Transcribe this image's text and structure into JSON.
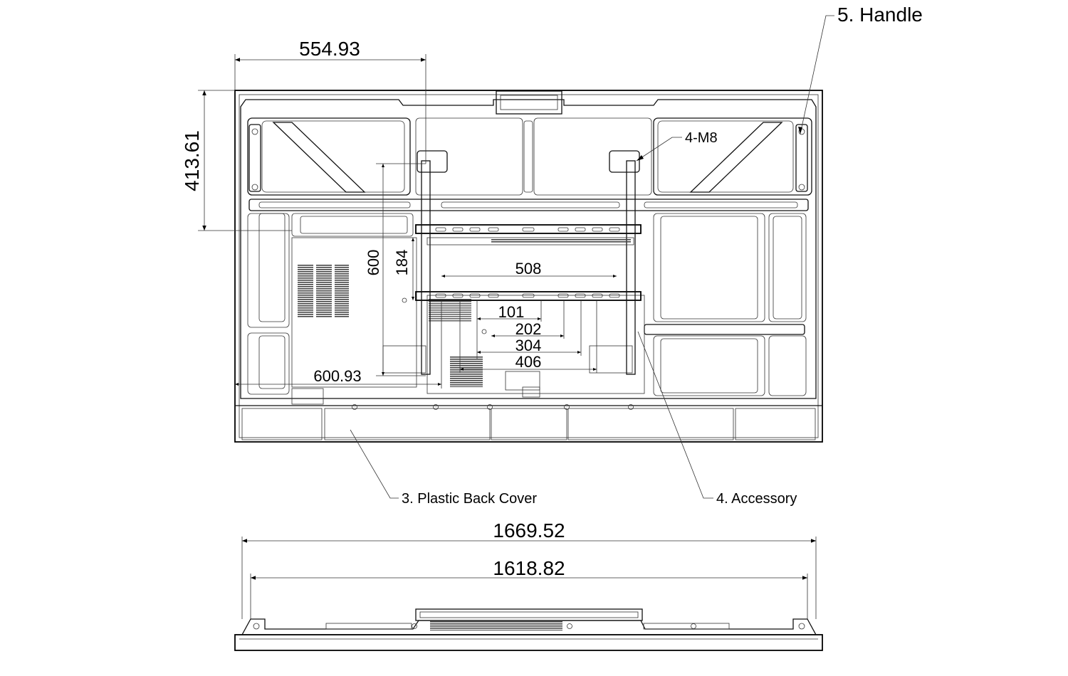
{
  "callouts": {
    "handle": "5. Handle",
    "mount_holes": "4-M8",
    "back_cover": "3. Plastic Back Cover",
    "accessory": "4. Accessory"
  },
  "dimensions": {
    "top_offset": "554.93",
    "side_height": "413.61",
    "vert_600": "600",
    "vert_184": "184",
    "horiz_508": "508",
    "horiz_101": "101",
    "horiz_202": "202",
    "horiz_304": "304",
    "horiz_406": "406",
    "horiz_600_93": "600.93",
    "overall_width": "1669.52",
    "inner_width": "1618.82"
  }
}
